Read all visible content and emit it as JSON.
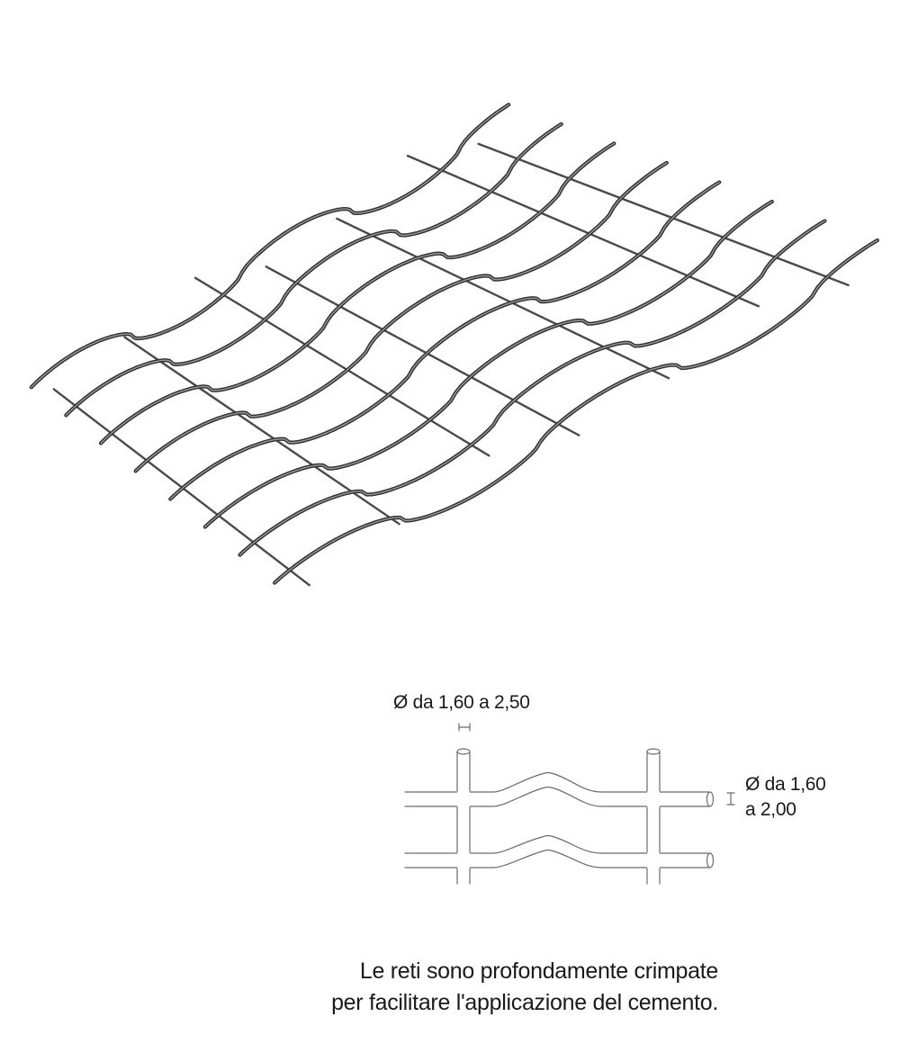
{
  "illustration": {
    "subject_icon": "crimped-wire-mesh-icon",
    "wire_color": "#4a4a4a"
  },
  "wire_detail": {
    "vertical_wire_label": "Ø da 1,60 a 2,50",
    "horizontal_wire_label_line1": "Ø da 1,60",
    "horizontal_wire_label_line2": "a 2,00",
    "line_color": "#6b6b6b"
  },
  "caption": {
    "line1": "Le reti sono profondamente crimpate",
    "line2": "per facilitare l'applicazione del cemento."
  }
}
